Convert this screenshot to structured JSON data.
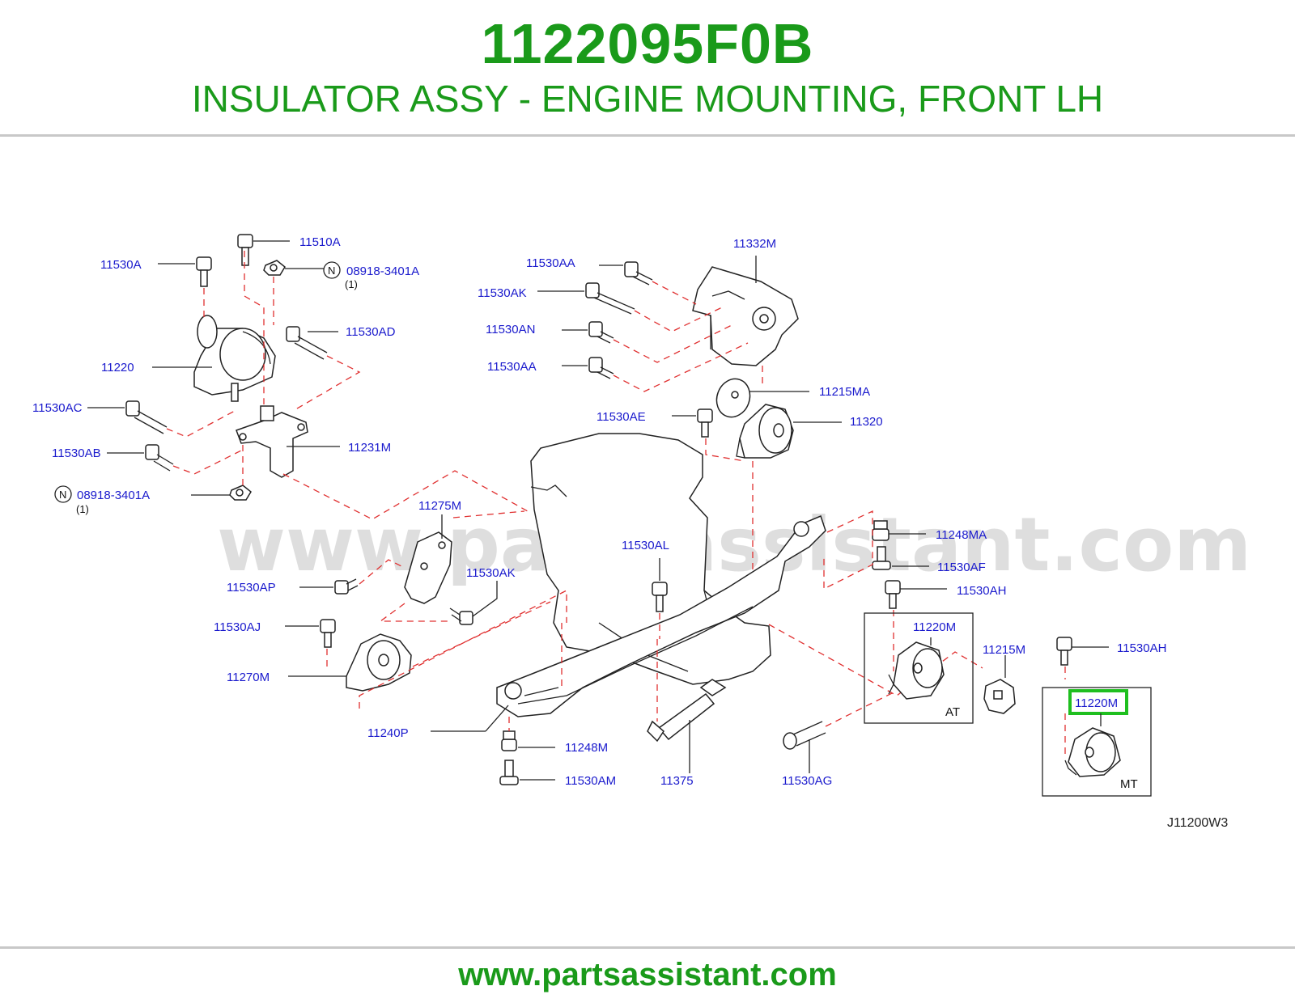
{
  "header": {
    "part_number": "1122095F0B",
    "description": "INSULATOR ASSY - ENGINE MOUNTING, FRONT LH"
  },
  "diagram": {
    "watermark": "www.partsassistant.com",
    "reference_code": "J11200W3",
    "highlighted_callout": "11220M",
    "colors": {
      "title": "#1a9a1a",
      "callout": "#1a1acd",
      "dashed_lines": "#e03030",
      "highlight": "#1fbf1f"
    },
    "callouts": {
      "c11510A": "11510A",
      "c11530A": "11530A",
      "c08918_top": "08918-3401A",
      "c08918_top_qty": "(1)",
      "c11530AD": "11530AD",
      "c11220": "11220",
      "c11530AC": "11530AC",
      "c11530AB": "11530AB",
      "c11231M": "11231M",
      "c08918_bot": "08918-3401A",
      "c08918_bot_qty": "(1)",
      "c11530AA_top": "11530AA",
      "c11530AK_top": "11530AK",
      "c11530AN": "11530AN",
      "c11530AA_bot": "11530AA",
      "c11332M": "11332M",
      "c11215MA": "11215MA",
      "c11320": "11320",
      "c11530AE": "11530AE",
      "c11275M": "11275M",
      "c11530AK_mid": "11530AK",
      "c11530AP": "11530AP",
      "c11530AJ": "11530AJ",
      "c11270M": "11270M",
      "c11240P": "11240P",
      "c11248M": "11248M",
      "c11530AM": "11530AM",
      "c11375": "11375",
      "c11530AG": "11530AG",
      "c11530AL": "11530AL",
      "c11248MA": "11248MA",
      "c11530AF": "11530AF",
      "c11530AH_top": "11530AH",
      "c11220M_at": "11220M",
      "c11215M": "11215M",
      "c11530AH_mt": "11530AH",
      "c11220M_mt": "11220M"
    },
    "n_marker": "N",
    "variants": {
      "at": "AT",
      "mt": "MT"
    }
  },
  "footer": {
    "url": "www.partsassistant.com"
  }
}
